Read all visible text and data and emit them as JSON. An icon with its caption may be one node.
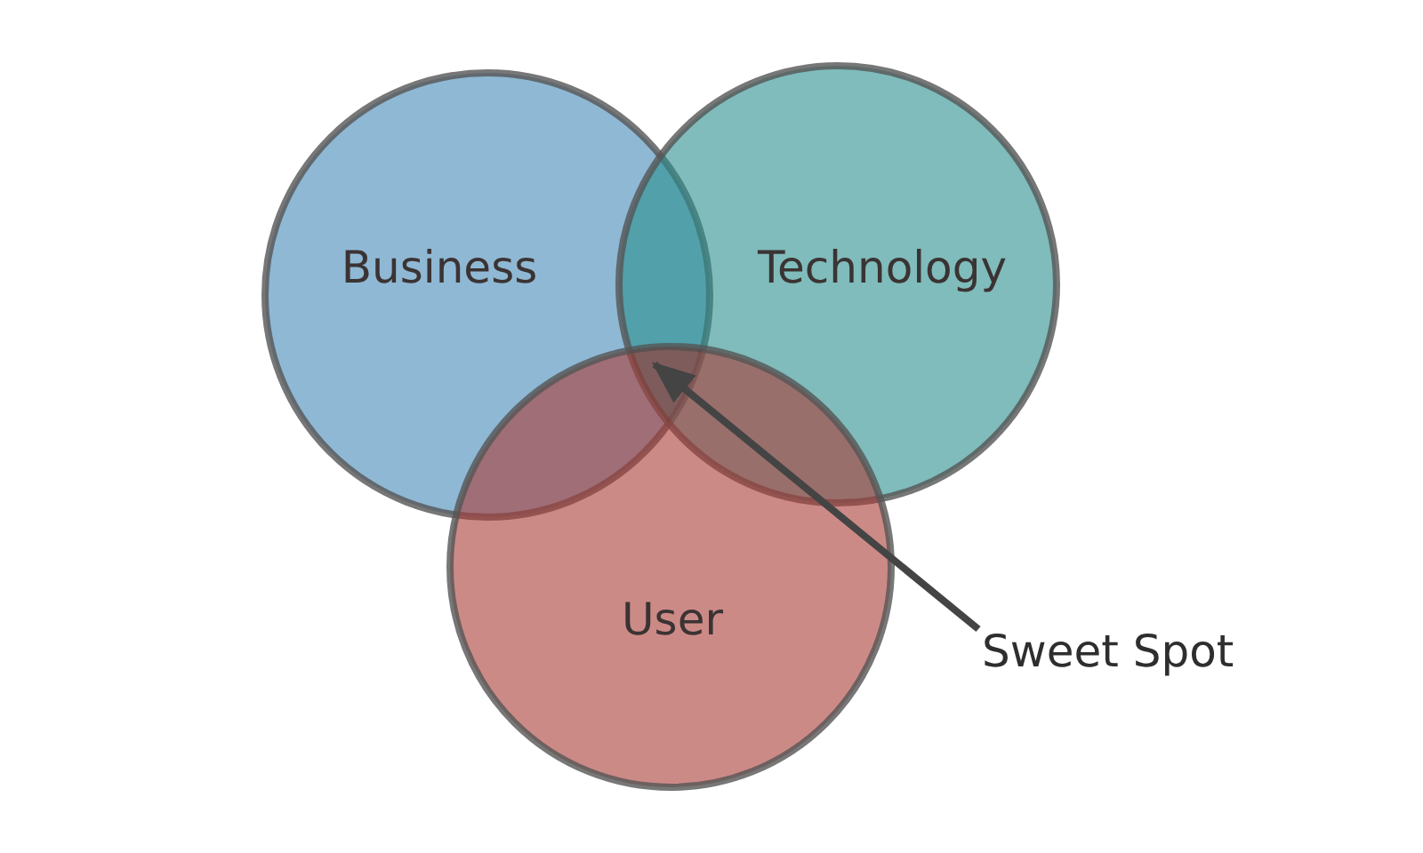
{
  "diagram": {
    "nodes": [
      {
        "text": [
          "Business"
        ]
      },
      {
        "text": [
          "Technology"
        ]
      },
      {
        "text": [
          "User"
        ]
      },
      {
        "text": [],
        "shape": "region"
      },
      {
        "text": [
          "Sweet Spot"
        ]
      }
    ],
    "edges": [
      {
        "from": 4,
        "to": 3,
        "arrow": "to"
      }
    ]
  }
}
